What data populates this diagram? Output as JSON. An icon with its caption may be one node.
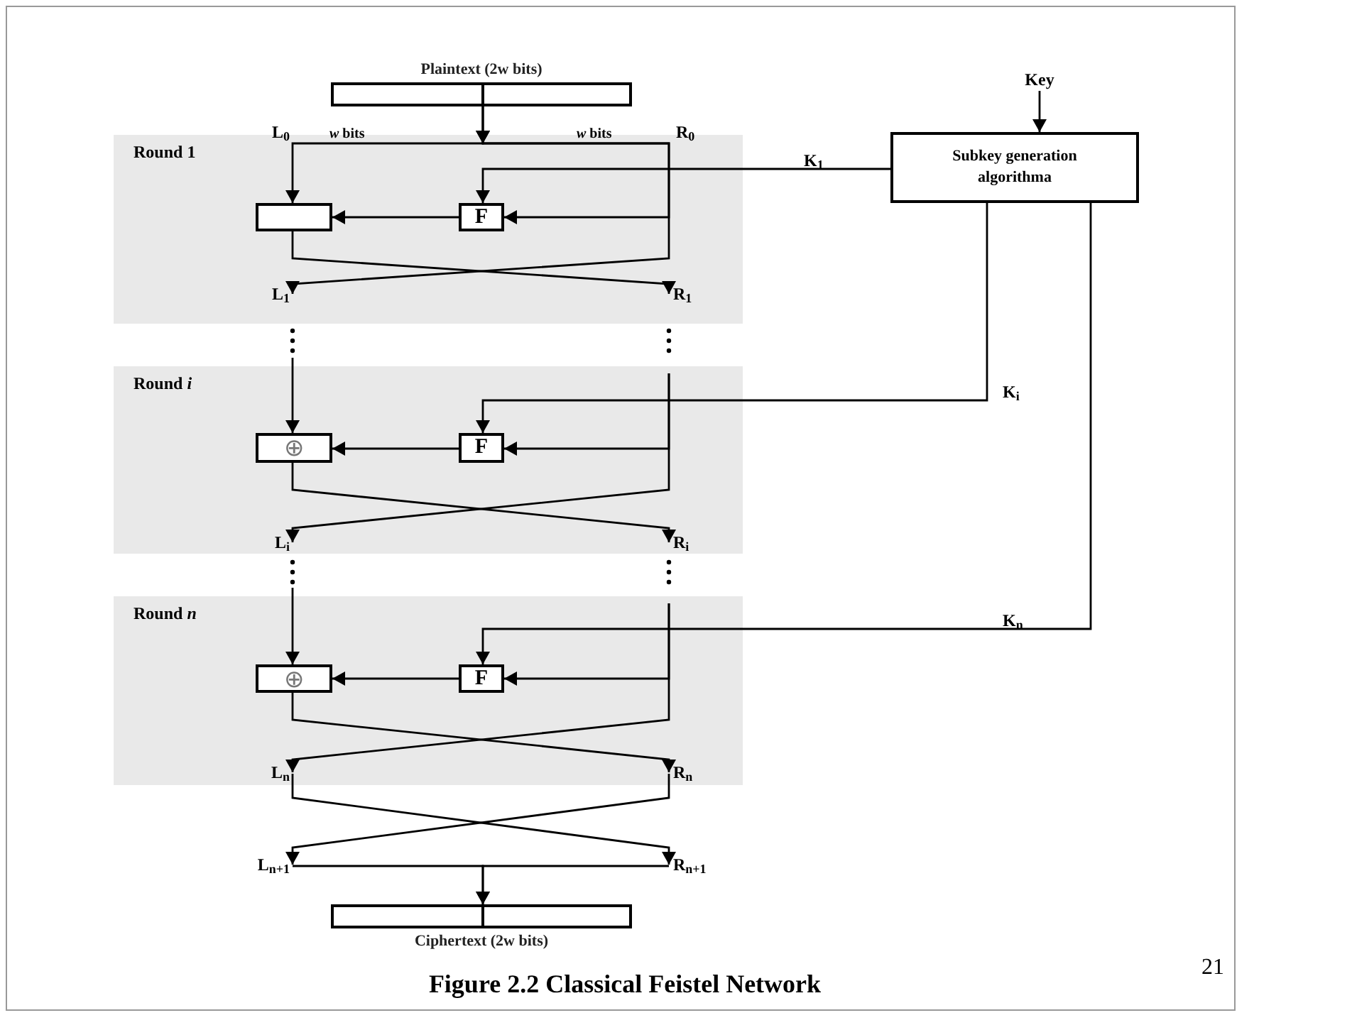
{
  "diagram": {
    "caption": "Figure 2.2 Classical Feistel Network",
    "nodes": [
      {
        "text": [
          "Plaintext (2w bits)"
        ]
      },
      {
        "text": [
          "Key"
        ]
      },
      {
        "text": [
          "Subkey generation algorithma"
        ]
      },
      {
        "text": [
          "Round 1"
        ]
      },
      {
        "text": [],
        "shape": "box",
        "in": 3
      },
      {
        "text": [
          "F"
        ],
        "in": 3
      },
      {
        "text": [
          "L$_{1}$"
        ],
        "in": 3
      },
      {
        "text": [
          "R$_{1}$"
        ],
        "in": 3
      },
      {
        "text": [
          "Round *i*"
        ]
      },
      {
        "text": [
          "⊕"
        ],
        "in": 8
      },
      {
        "text": [
          "F"
        ],
        "in": 8
      },
      {
        "text": [
          "L$_{i}$"
        ],
        "in": 8
      },
      {
        "text": [
          "R$_{i}$"
        ],
        "in": 8
      },
      {
        "text": [
          "Round *n*"
        ]
      },
      {
        "text": [
          "⊕"
        ],
        "in": 13
      },
      {
        "text": [
          "F"
        ],
        "in": 13
      },
      {
        "text": [
          "L$_{n}$"
        ],
        "in": 13
      },
      {
        "text": [
          "R$_{n}$"
        ],
        "in": 13
      },
      {
        "text": [
          "L$_{n+1}$"
        ]
      },
      {
        "text": [
          "R$_{n+1}$"
        ]
      },
      {
        "text": [
          "Ciphertext (2w bits)"
        ]
      }
    ],
    "edges": [
      {
        "from": 0,
        "to": 4,
        "arrow": "to"
      },
      {
        "from": 0,
        "to": 5,
        "arrow": "to"
      },
      {
        "from": 0,
        "to": 6,
        "arrow": "to"
      },
      {
        "from": 1,
        "to": 2,
        "arrow": "to"
      },
      {
        "from": 2,
        "to": 5,
        "arrow": "to",
        "label": "K$_{1}$"
      },
      {
        "from": 5,
        "to": 4,
        "arrow": "to"
      },
      {
        "from": 4,
        "to": 7,
        "arrow": "to"
      },
      {
        "from": null,
        "to": 9,
        "arrow": "to"
      },
      {
        "from": null,
        "to": 10,
        "arrow": "to"
      },
      {
        "from": 2,
        "to": 10,
        "arrow": "to",
        "label": "K$_{i}$"
      },
      {
        "from": 10,
        "to": 9,
        "arrow": "to"
      },
      {
        "from": 9,
        "to": 12,
        "arrow": "to"
      },
      {
        "from": null,
        "to": 11,
        "arrow": "to"
      },
      {
        "from": null,
        "to": 14,
        "arrow": "to"
      },
      {
        "from": null,
        "to": 15,
        "arrow": "to"
      },
      {
        "from": 2,
        "to": 15,
        "arrow": "to",
        "label": "K$_{n}$"
      },
      {
        "from": 15,
        "to": 14,
        "arrow": "to"
      },
      {
        "from": 14,
        "to": 17,
        "arrow": "to"
      },
      {
        "from": null,
        "to": 16,
        "arrow": "to"
      },
      {
        "from": 16,
        "to": 19,
        "arrow": "to"
      },
      {
        "from": 17,
        "to": 18,
        "arrow": "to"
      },
      {
        "from": 18,
        "to": 20,
        "arrow": "to"
      },
      {
        "from": 19,
        "to": 20,
        "arrow": "to"
      }
    ],
    "labels": [
      "L$_{0}$",
      "*w* bits",
      "*w* bits",
      "R$_{0}$",
      "21"
    ]
  }
}
